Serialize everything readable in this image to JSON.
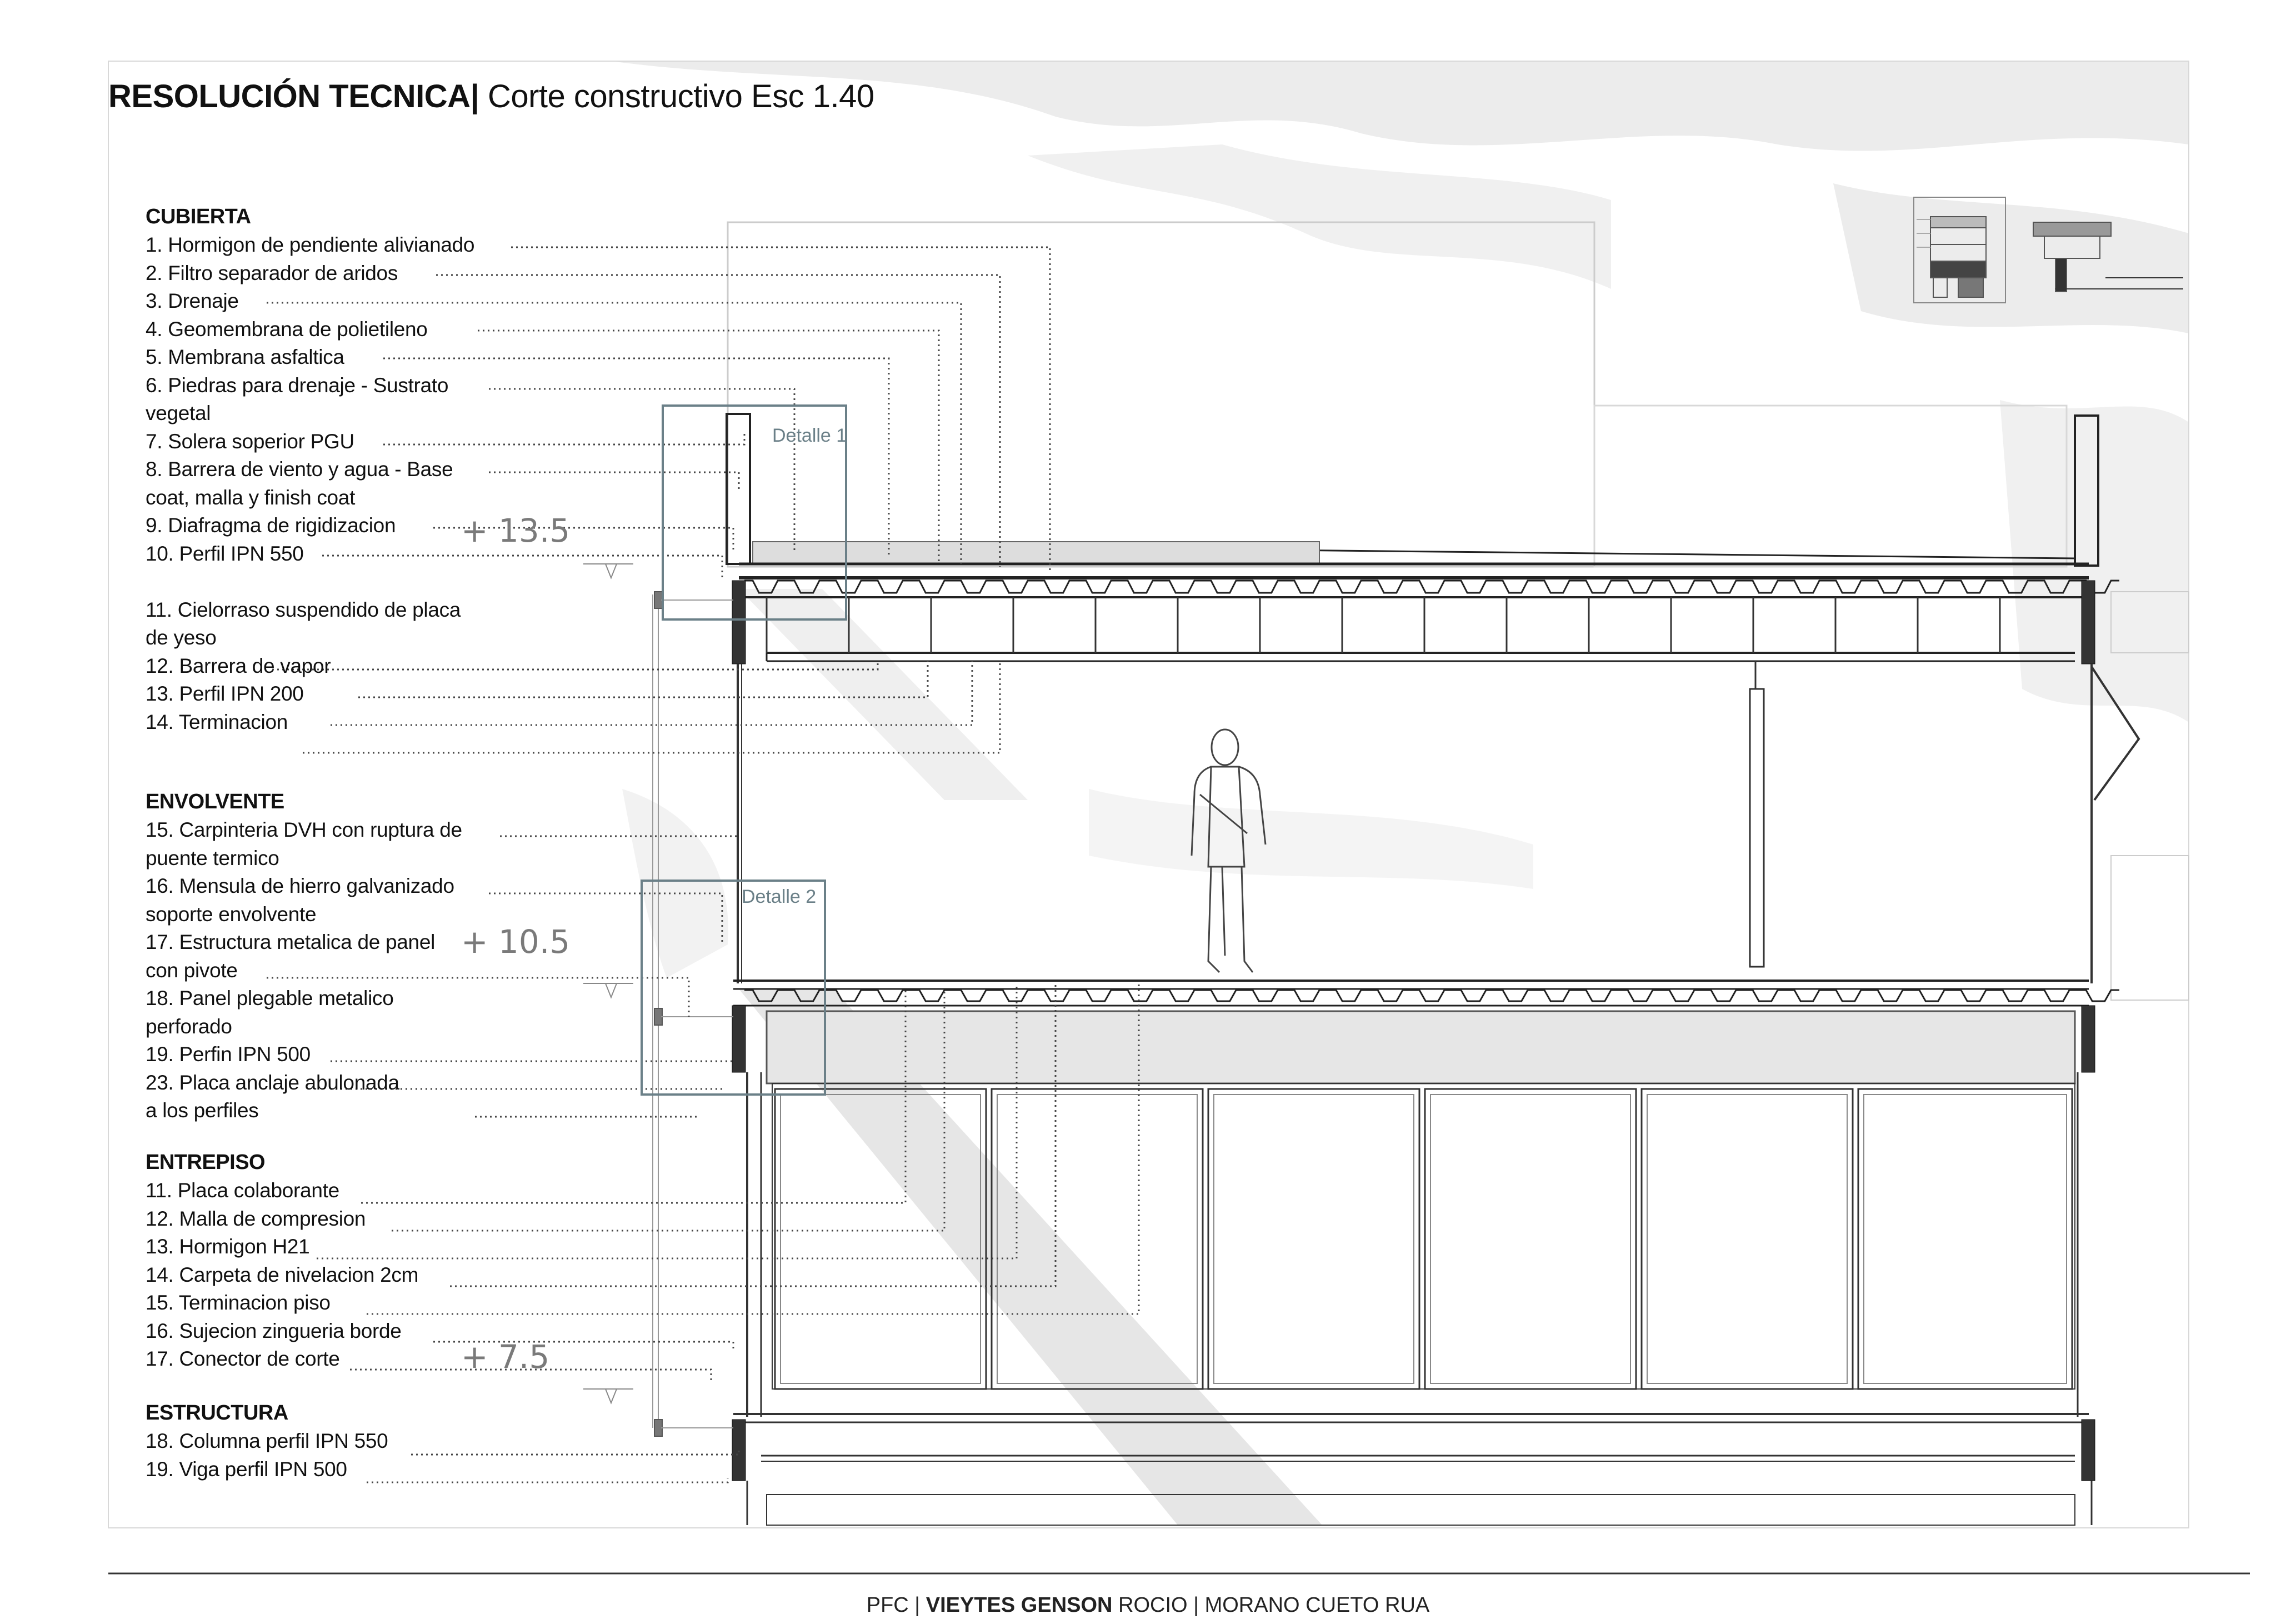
{
  "title": {
    "main": "RESOLUCIÓN TECNICA|",
    "sub": "Corte constructivo Esc 1.40"
  },
  "legend": {
    "groups": [
      {
        "heading": "CUBIERTA",
        "items": [
          "1. Hormigon de pendiente alivianado",
          "2.  Filtro separador de aridos",
          "3.  Drenaje",
          "4. Geomembrana de polietileno",
          "5.  Membrana asfaltica",
          "6. Piedras para drenaje - Sustrato",
          "vegetal",
          "7.  Solera soperior PGU",
          "8.  Barrera de viento y agua - Base",
          "coat, malla y finish coat",
          "9. Diafragma de rigidizacion",
          "10. Perfil IPN 550",
          "",
          "11. Cielorraso suspendido de placa",
          "de yeso",
          "12. Barrera de vapor",
          "13. Perfil IPN 200",
          "14. Terminacion"
        ]
      },
      {
        "heading": "ENVOLVENTE",
        "items": [
          "15. Carpinteria DVH con ruptura de",
          "puente termico",
          "16. Mensula de hierro galvanizado",
          "soporte envolvente",
          "17. Estructura metalica de panel",
          " con pivote",
          "18. Panel plegable metalico",
          "perforado",
          "19. Perfin IPN 500",
          "23. Placa anclaje abulonada",
          "a los perfiles"
        ]
      },
      {
        "heading": "ENTREPISO",
        "items": [
          "11. Placa colaborante",
          "12. Malla de compresion",
          "13. Hormigon H21",
          "14. Carpeta de nivelacion 2cm",
          "15. Terminacion piso",
          "16.  Sujecion zingueria borde",
          "17. Conector de corte"
        ]
      },
      {
        "heading": "ESTRUCTURA",
        "items": [
          "18. Columna perfil IPN 550",
          "19. Viga perfil IPN 500"
        ]
      }
    ]
  },
  "levels": [
    "+ 13.5",
    "+ 10.5",
    "+ 7.5"
  ],
  "details": [
    "Detalle 1",
    "Detalle 2"
  ],
  "footer": {
    "prefix": "PFC |",
    "bold": "VIEYTES GENSON",
    "rest": "ROCIO | MORANO CUETO RUA"
  },
  "colors": {
    "line": "#222222",
    "leader": "#444444",
    "detail_frame": "#6b8088",
    "level_text": "#7a7a7a",
    "shade": "#e8e8e8"
  }
}
